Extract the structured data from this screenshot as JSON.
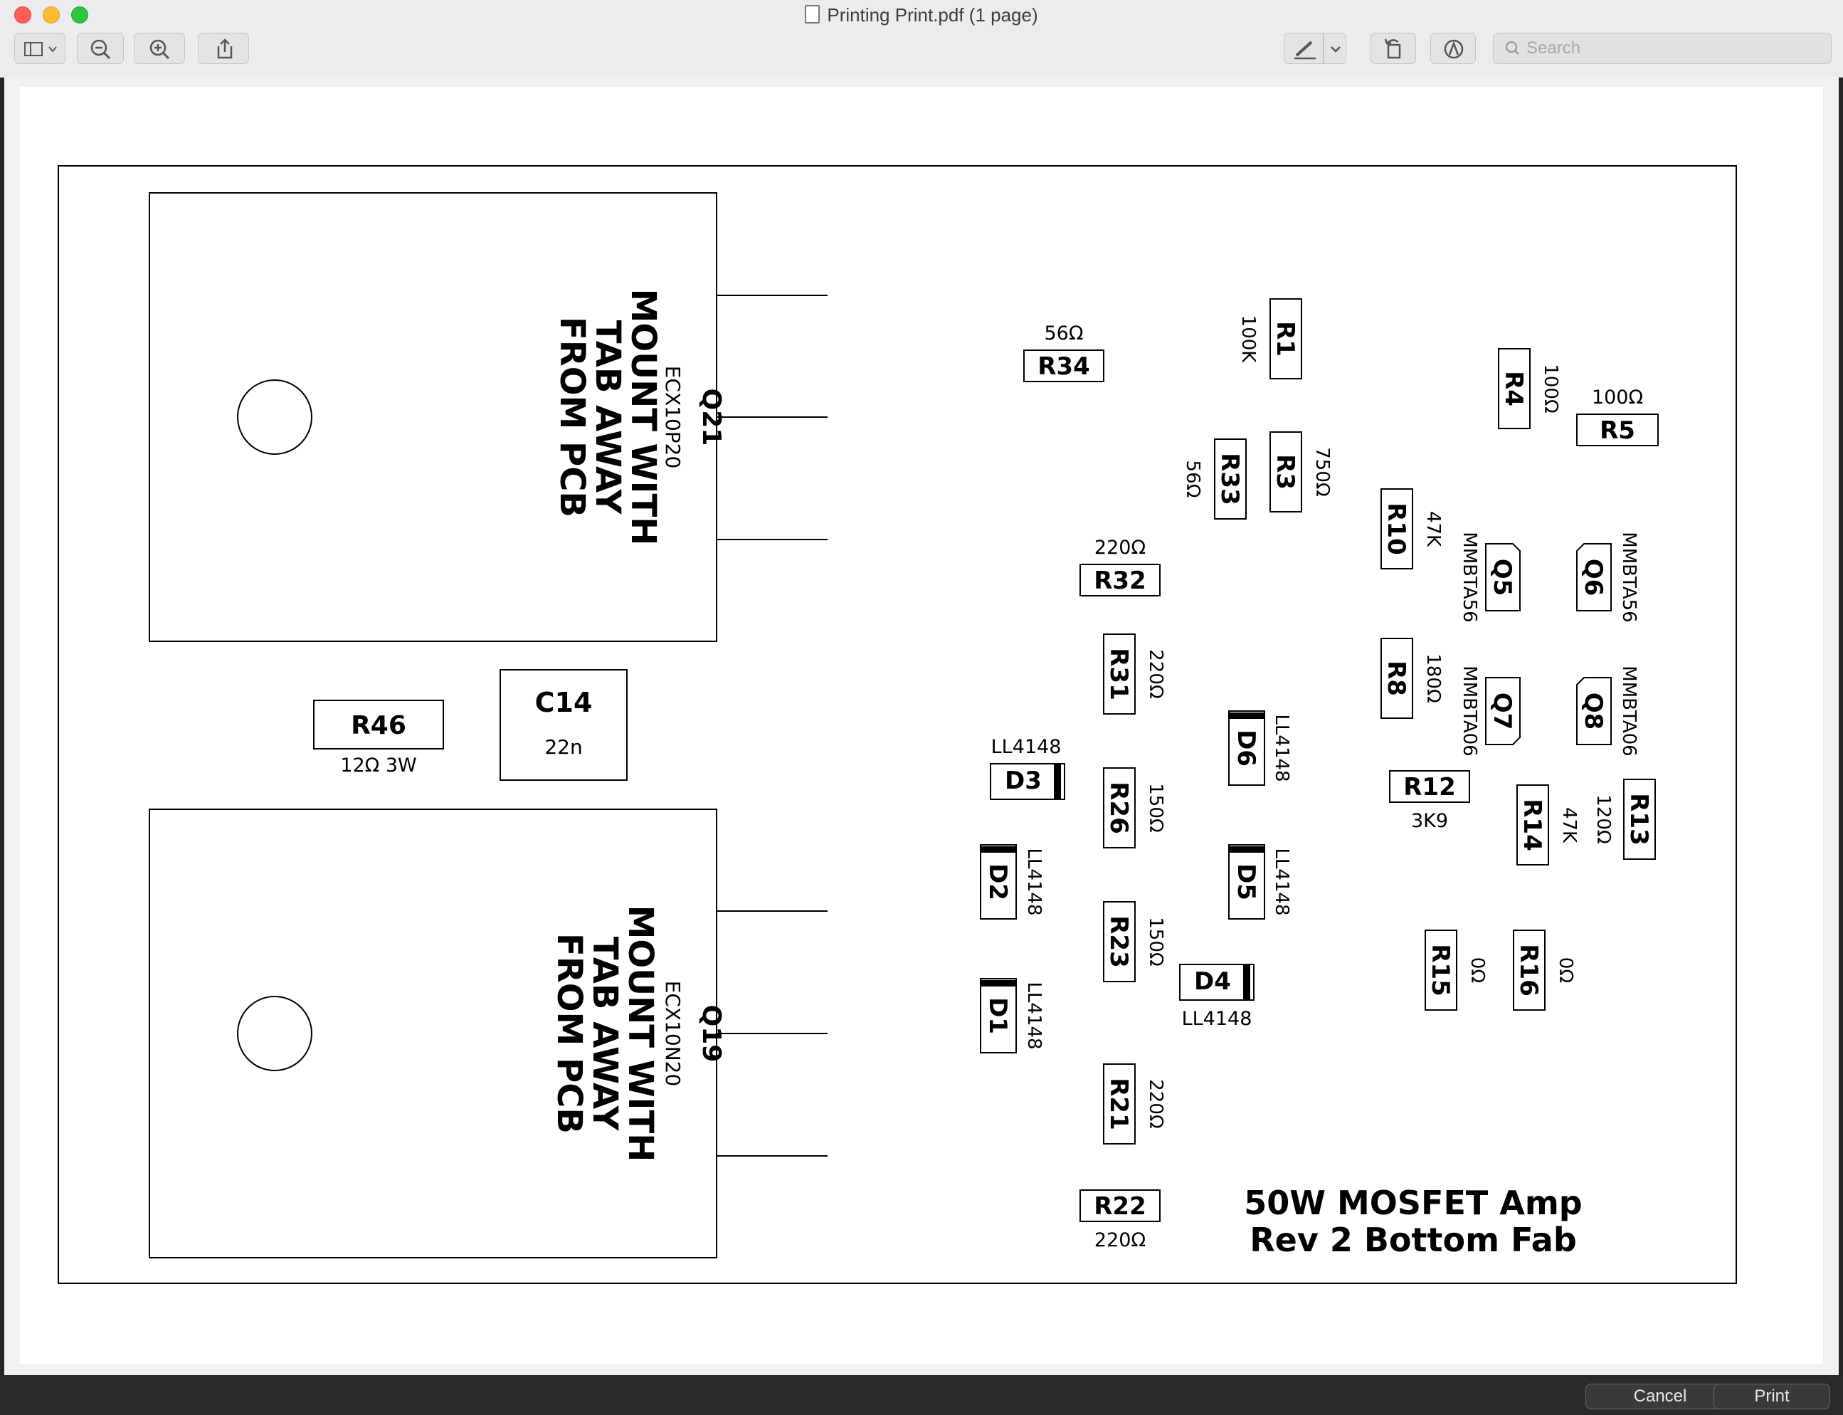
{
  "window": {
    "title": "Printing Print.pdf (1 page)",
    "search_placeholder": "Search"
  },
  "toolbar": {
    "buttons": [
      "sidebar-icon",
      "zoom-out-icon",
      "zoom-in-icon",
      "share-icon",
      "markup-pen-icon",
      "chevron-down-icon",
      "rotate-icon",
      "annotate-icon"
    ]
  },
  "drawing": {
    "title_line1": "50W MOSFET Amp",
    "title_line2": "Rev 2 Bottom Fab",
    "transistors": [
      {
        "ref": "Q21",
        "part": "ECX10P20",
        "note": [
          "MOUNT WITH",
          "TAB AWAY",
          "FROM PCB"
        ]
      },
      {
        "ref": "Q19",
        "part": "ECX10N20",
        "note": [
          "MOUNT WITH",
          "TAB AWAY",
          "FROM PCB"
        ]
      }
    ],
    "components": {
      "R46": "R46",
      "R46_value": "12Ω 3W",
      "C14": "C14",
      "C14_value": "22n",
      "R34": "R34",
      "R34_value": "56Ω",
      "R1": "R1",
      "R1_value": "100K",
      "R4": "R4",
      "R4_value": "100Ω",
      "R5": "R5",
      "R5_value": "100Ω",
      "R33": "R33",
      "R33_value": "56Ω",
      "R3": "R3",
      "R3_value": "750Ω",
      "R10": "R10",
      "R10_value": "47K",
      "R32": "R32",
      "R32_value": "220Ω",
      "Q5": "Q5",
      "Q5_value": "MMBTA56",
      "Q6": "Q6",
      "Q6_value": "MMBTA56",
      "R31": "R31",
      "R31_value": "220Ω",
      "R8": "R8",
      "R8_value": "180Ω",
      "Q7": "Q7",
      "Q7_value": "MMBTA06",
      "Q8": "Q8",
      "Q8_value": "MMBTA06",
      "D3": "D3",
      "D3_value": "LL4148",
      "D6": "D6",
      "D6_value": "LL4148",
      "R12": "R12",
      "R12_value": "3K9",
      "R26": "R26",
      "R26_value": "150Ω",
      "R14": "R14",
      "R14_value": "47K",
      "R13": "R13",
      "R13_value": "120Ω",
      "D2": "D2",
      "D2_value": "LL4148",
      "D5": "D5",
      "D5_value": "LL4148",
      "R23": "R23",
      "R23_value": "150Ω",
      "D4": "D4",
      "D4_value": "LL4148",
      "R15": "R15",
      "R15_value": "0Ω",
      "R16": "R16",
      "R16_value": "0Ω",
      "D1": "D1",
      "D1_value": "LL4148",
      "R21": "R21",
      "R21_value": "220Ω",
      "R22": "R22",
      "R22_value": "220Ω"
    }
  },
  "footer": {
    "cancel_label": "Cancel",
    "print_label": "Print"
  },
  "colors": {
    "close": "#ff5f57",
    "minimize": "#febc2e",
    "zoom": "#28c840"
  }
}
